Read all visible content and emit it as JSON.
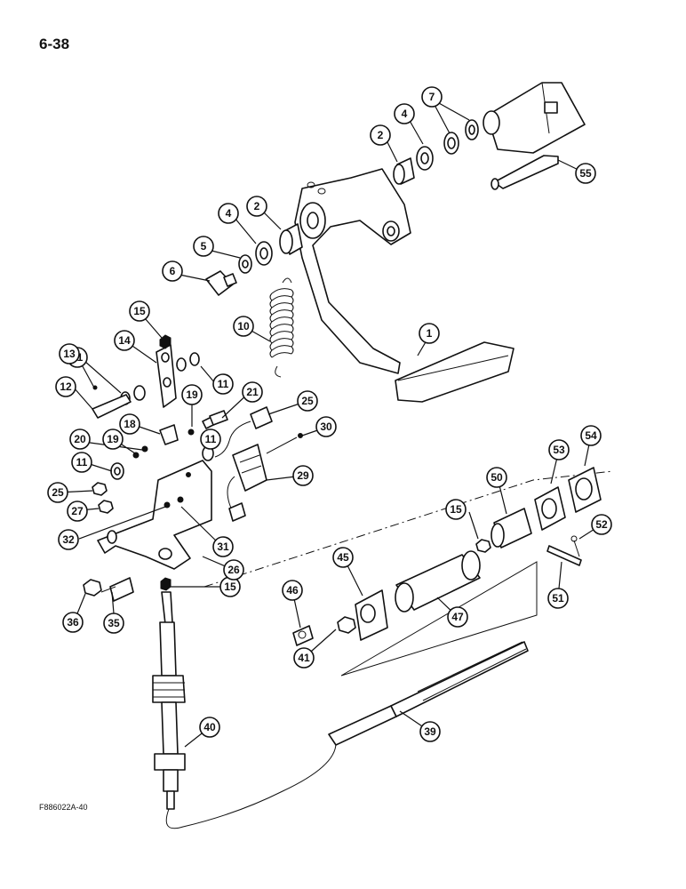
{
  "page": {
    "number": "6-38",
    "figure_id": "F886022A-40"
  },
  "callouts": [
    {
      "label": "1"
    },
    {
      "label": "2"
    },
    {
      "label": "2"
    },
    {
      "label": "4"
    },
    {
      "label": "4"
    },
    {
      "label": "5"
    },
    {
      "label": "6"
    },
    {
      "label": "7"
    },
    {
      "label": "10"
    },
    {
      "label": "11"
    },
    {
      "label": "11"
    },
    {
      "label": "11"
    },
    {
      "label": "11"
    },
    {
      "label": "12"
    },
    {
      "label": "13"
    },
    {
      "label": "14"
    },
    {
      "label": "15"
    },
    {
      "label": "15"
    },
    {
      "label": "15"
    },
    {
      "label": "18"
    },
    {
      "label": "19"
    },
    {
      "label": "19"
    },
    {
      "label": "20"
    },
    {
      "label": "21"
    },
    {
      "label": "25"
    },
    {
      "label": "25"
    },
    {
      "label": "26"
    },
    {
      "label": "27"
    },
    {
      "label": "29"
    },
    {
      "label": "30"
    },
    {
      "label": "31"
    },
    {
      "label": "32"
    },
    {
      "label": "35"
    },
    {
      "label": "36"
    },
    {
      "label": "39"
    },
    {
      "label": "40"
    },
    {
      "label": "41"
    },
    {
      "label": "45"
    },
    {
      "label": "46"
    },
    {
      "label": "47"
    },
    {
      "label": "50"
    },
    {
      "label": "51"
    },
    {
      "label": "52"
    },
    {
      "label": "53"
    },
    {
      "label": "54"
    },
    {
      "label": "55"
    }
  ]
}
